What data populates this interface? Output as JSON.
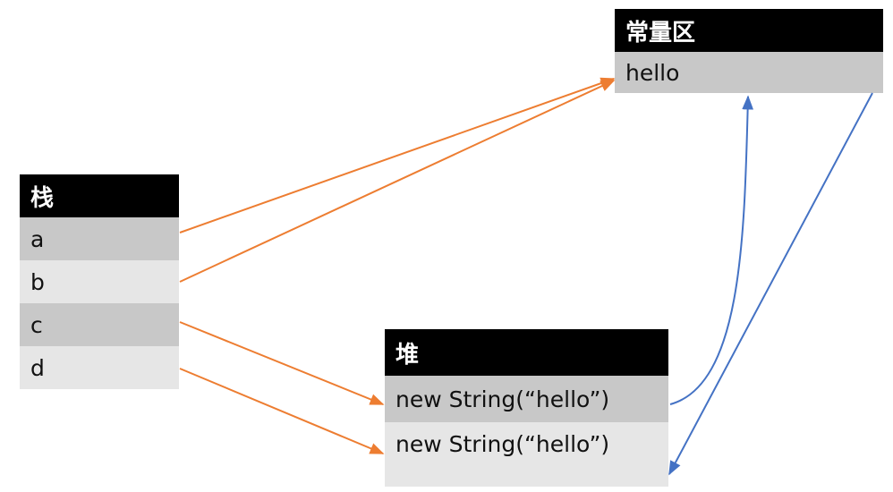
{
  "stack": {
    "title": "栈",
    "rows": [
      "a",
      "b",
      "c",
      "d"
    ]
  },
  "constant_pool": {
    "title": "常量区",
    "rows": [
      "hello"
    ]
  },
  "heap": {
    "title": "堆",
    "rows": [
      "new String(“hello”)",
      "new String(“hello”)"
    ]
  },
  "colors": {
    "header": "#000000",
    "row_dark": "#c8c8c8",
    "row_light": "#e6e6e6",
    "orange_arrow": "#ed7d31",
    "blue_arrow": "#4472c4"
  },
  "references": [
    {
      "from": "stack.a",
      "to": "constant_pool.hello",
      "color": "orange"
    },
    {
      "from": "stack.b",
      "to": "constant_pool.hello",
      "color": "orange"
    },
    {
      "from": "stack.c",
      "to": "heap.0",
      "color": "orange"
    },
    {
      "from": "stack.d",
      "to": "heap.1",
      "color": "orange"
    },
    {
      "from": "heap.0",
      "to": "constant_pool.hello",
      "color": "blue"
    },
    {
      "from": "constant_pool.hello",
      "to": "heap.1",
      "color": "blue"
    }
  ]
}
